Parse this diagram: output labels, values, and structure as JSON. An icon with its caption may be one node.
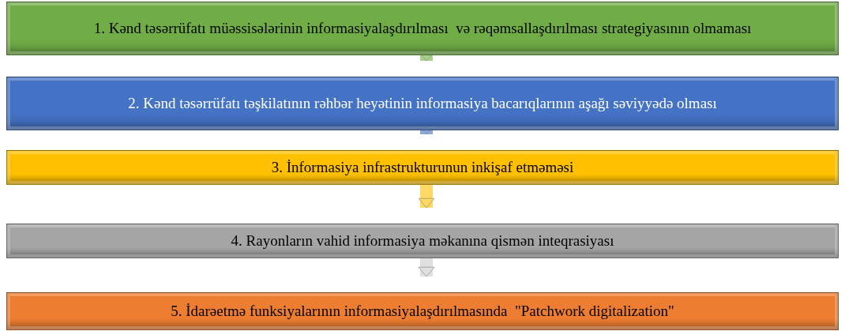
{
  "diagram": {
    "nodes": [
      {
        "text": [
          "1. Kənd təsərrüfatı müəssisələrinin informasiyalaşdırılması  və rəqəmsallaşdırılması strategiyasının olmaması"
        ]
      },
      {
        "text": [
          "2. Kənd təsərrüfatı təşkilatının rəhbər heyətinin informasiya bacarıqlarının aşağı səviyyədə olması"
        ]
      },
      {
        "text": [
          "3. İnformasiya infrastrukturunun inkişaf etməməsi"
        ]
      },
      {
        "text": [
          "4. Rayonların vahid informasiya məkanına qismən inteqrasiyası"
        ]
      },
      {
        "text": [
          "5. İdarəetmə funksiyalarının informasiyalaşdırılmasında  \"Patchwork digitalization\""
        ]
      }
    ],
    "edges": [
      {
        "from": 0,
        "to": 1,
        "arrow": "to"
      },
      {
        "from": 1,
        "to": 2,
        "arrow": "to"
      },
      {
        "from": 2,
        "to": 3,
        "arrow": "to"
      },
      {
        "from": 3,
        "to": 4,
        "arrow": "to"
      }
    ]
  }
}
